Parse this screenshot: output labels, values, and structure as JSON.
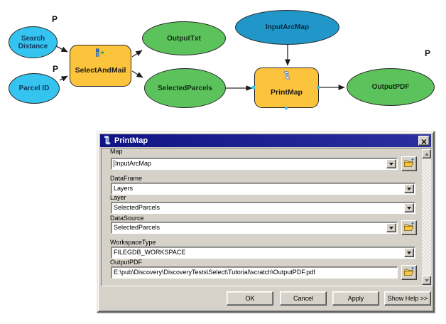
{
  "model_diagram": {
    "parameter_marker": "P",
    "nodes": {
      "search_distance": "Search Distance",
      "parcel_id": "Parcel ID",
      "select_and_mail": "SelectAndMail",
      "output_txt": "OutputTxt",
      "selected_parcels": "SelectedParcels",
      "input_arcmap": "InputArcMap",
      "print_map": "PrintMap",
      "output_pdf": "OutputPDF"
    },
    "colors": {
      "input_variable": "#35c4ef",
      "input_data": "#2196c8",
      "tool": "#fcc43c",
      "output": "#5cc35c"
    }
  },
  "dialog": {
    "title": "PrintMap",
    "fields": [
      {
        "label": "Map",
        "value": "InputArcMap"
      },
      {
        "label": "DataFrame",
        "value": "Layers"
      },
      {
        "label": "Layer",
        "value": "SelectedParcels"
      },
      {
        "label": "DataSource",
        "value": "SelectedParcels"
      },
      {
        "label": "WorkspaceType",
        "value": "FILEGDB_WORKSPACE"
      },
      {
        "label": "OutputPDF",
        "value": "E:\\pub\\Discovery\\DiscoveryTests\\Select\\Tutorial\\scratch\\OutputPDF.pdf"
      }
    ],
    "buttons": [
      {
        "label": "OK"
      },
      {
        "label": "Cancel"
      },
      {
        "label": "Apply"
      },
      {
        "label": "Show Help >>"
      }
    ]
  }
}
